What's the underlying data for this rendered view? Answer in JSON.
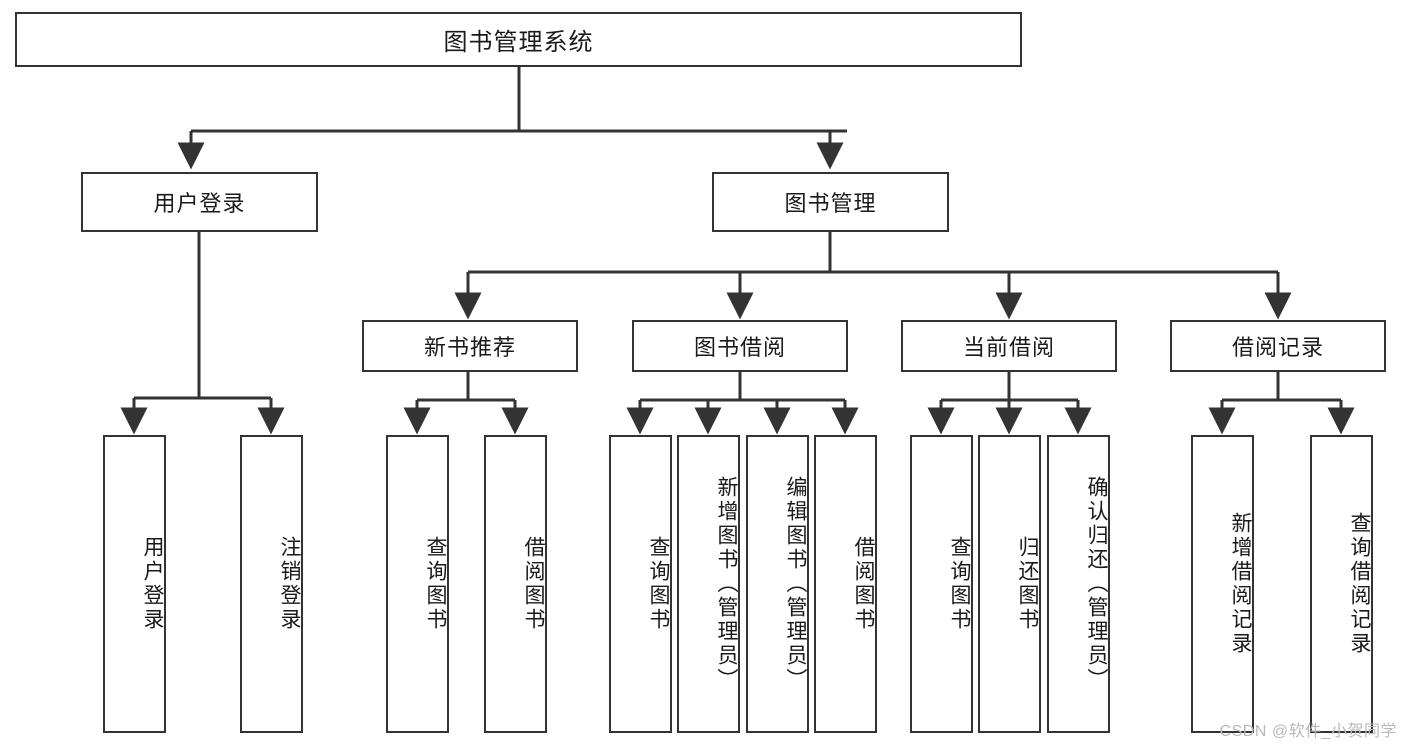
{
  "diagram": {
    "type": "tree-hierarchy",
    "title": "图书管理系统",
    "background_color": "#ffffff",
    "line_color": "#333333",
    "box_border_color": "#333333",
    "text_color": "#1a1a1a",
    "root": {
      "label": "图书管理系统"
    },
    "level2": [
      {
        "label": "用户登录"
      },
      {
        "label": "图书管理"
      }
    ],
    "level3": [
      {
        "label": "新书推荐"
      },
      {
        "label": "图书借阅"
      },
      {
        "label": "当前借阅"
      },
      {
        "label": "借阅记录"
      }
    ],
    "leaves": {
      "user_login": [
        {
          "label": "用户登录"
        },
        {
          "label": "注销登录"
        }
      ],
      "new_book_recommend": [
        {
          "label": "查询图书"
        },
        {
          "label": "借阅图书"
        }
      ],
      "book_borrow": [
        {
          "label": "查询图书"
        },
        {
          "label": "新增图书（管理员）"
        },
        {
          "label": "编辑图书（管理员）"
        },
        {
          "label": "借阅图书"
        }
      ],
      "current_borrow": [
        {
          "label": "查询图书"
        },
        {
          "label": "归还图书"
        },
        {
          "label": "确认归还（管理员）"
        }
      ],
      "borrow_record": [
        {
          "label": "新增借阅记录"
        },
        {
          "label": "查询借阅记录"
        }
      ]
    }
  },
  "watermark": {
    "text": "CSDN @软件_小贺同学"
  }
}
